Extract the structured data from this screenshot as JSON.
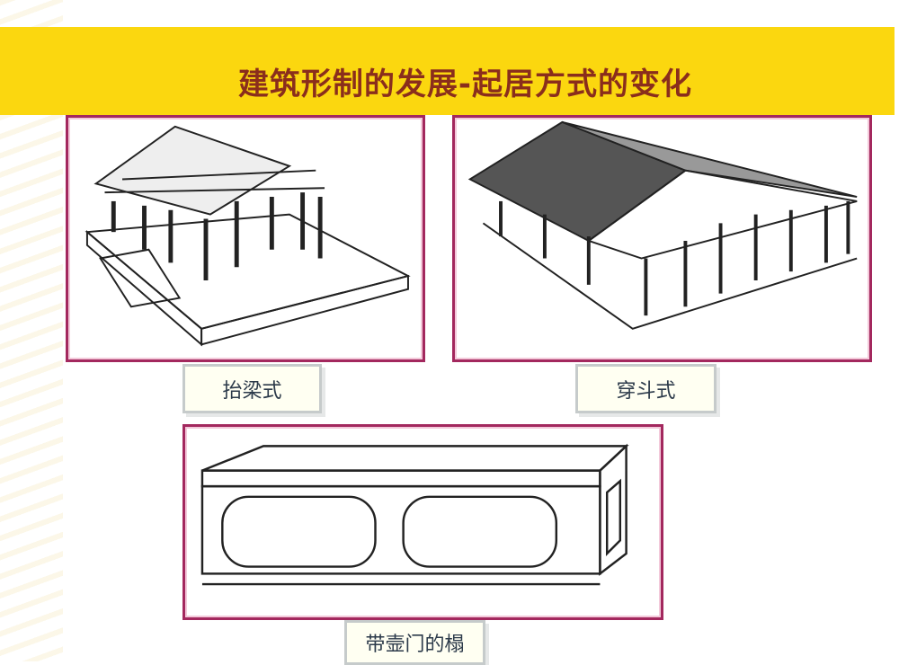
{
  "slide": {
    "title": "建筑形制的发展-起居方式的变化",
    "figures": [
      {
        "caption": "抬梁式",
        "image": "tailiang-frame-drawing"
      },
      {
        "caption": "穿斗式",
        "image": "chuandou-frame-drawing"
      },
      {
        "caption": "带壸门的榻",
        "image": "couch-with-kunmen-drawing"
      }
    ],
    "colors": {
      "banner": "#fbd70f",
      "title": "#8a2e1c",
      "frame_border": "#a3285e"
    }
  }
}
